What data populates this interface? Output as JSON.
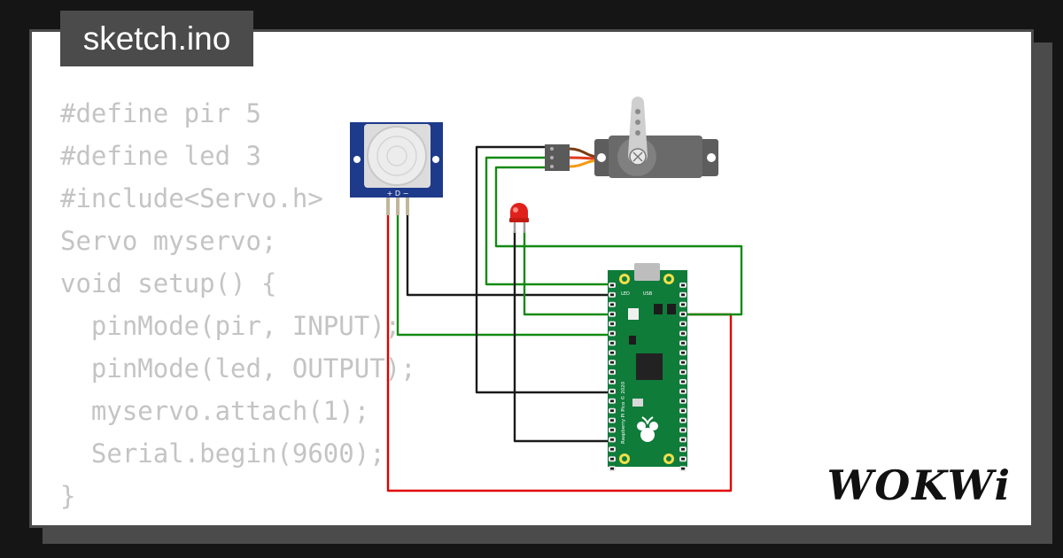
{
  "file": {
    "name": "sketch.ino"
  },
  "code": {
    "lines": [
      "#define pir 5",
      "#define led 3",
      "#include<Servo.h>",
      "Servo myservo;",
      "void setup() {",
      "  pinMode(pir, INPUT);",
      "  pinMode(led, OUTPUT);",
      "  myservo.attach(1);",
      "  Serial.begin(9600);",
      "}"
    ]
  },
  "circuit": {
    "pir_pins": "+ D −",
    "pico_labels": {
      "led": "LED",
      "usb": "USB",
      "brand": "Raspberry Pi Pico © 2020"
    },
    "wire_colors": {
      "gnd": "#1a1a1a",
      "signal": "#138a13",
      "power": "#e00000",
      "servo_brown": "#7a3b12",
      "servo_red": "#e23b1b",
      "servo_orange": "#f59a10"
    }
  },
  "brand": {
    "logo": "WOKWi"
  }
}
